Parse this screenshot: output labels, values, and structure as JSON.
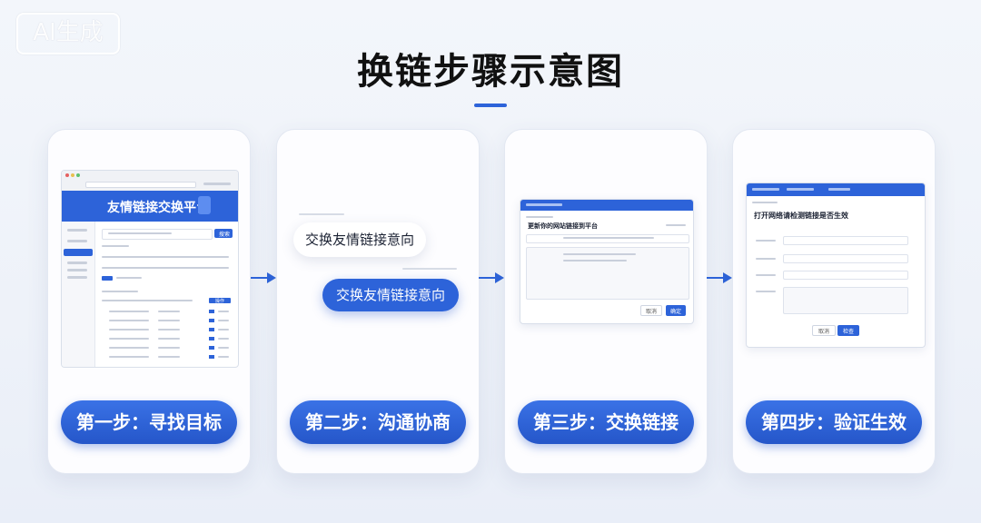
{
  "watermark": "AI生成",
  "title": "换链步骤示意图",
  "steps": [
    {
      "label": "第一步：寻找目标",
      "mock": {
        "header": "友情链接交换平台",
        "search_button": "搜索",
        "table_header_action": "操作"
      }
    },
    {
      "label": "第二步：沟通协商",
      "mock": {
        "bubble_incoming": "交换友情链接意向",
        "bubble_outgoing": "交换友情链接意向"
      }
    },
    {
      "label": "第三步：交换链接",
      "mock": {
        "dialog_title": "更新你的网站链接到平台",
        "cancel": "取消",
        "confirm": "确定"
      }
    },
    {
      "label": "第四步：验证生效",
      "mock": {
        "page_title": "打开网络请检测链接是否生效",
        "cancel": "取消",
        "confirm": "检查"
      }
    }
  ],
  "colors": {
    "accent": "#2d63d9",
    "card_bg": "#fdfdff"
  }
}
